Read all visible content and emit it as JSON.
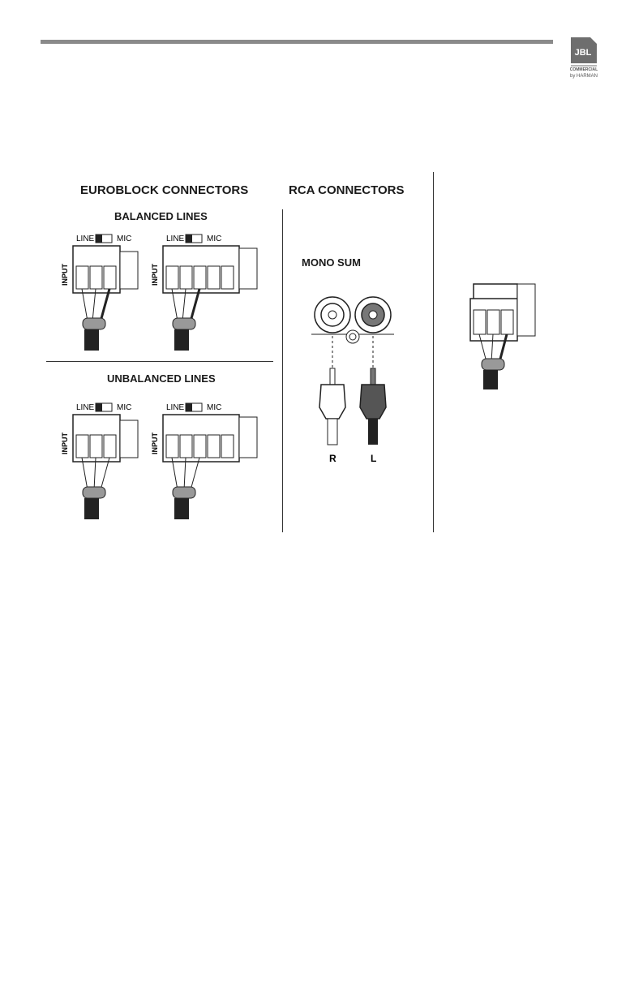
{
  "header": {
    "brand": "JBL",
    "brand_sub1": "COMMERCIAL",
    "brand_sub2": "by HARMAN"
  },
  "sections": {
    "euroblock_title": "EUROBLOCK CONNECTORS",
    "rca_title": "RCA CONNECTORS",
    "balanced_title": "BALANCED LINES",
    "unbalanced_title": "UNBALANCED LINES",
    "mono_title": "MONO SUM"
  },
  "connector_labels": {
    "line": "LINE",
    "mic": "MIC",
    "input": "INPUT"
  },
  "rca_labels": {
    "right": "R",
    "left": "L"
  }
}
